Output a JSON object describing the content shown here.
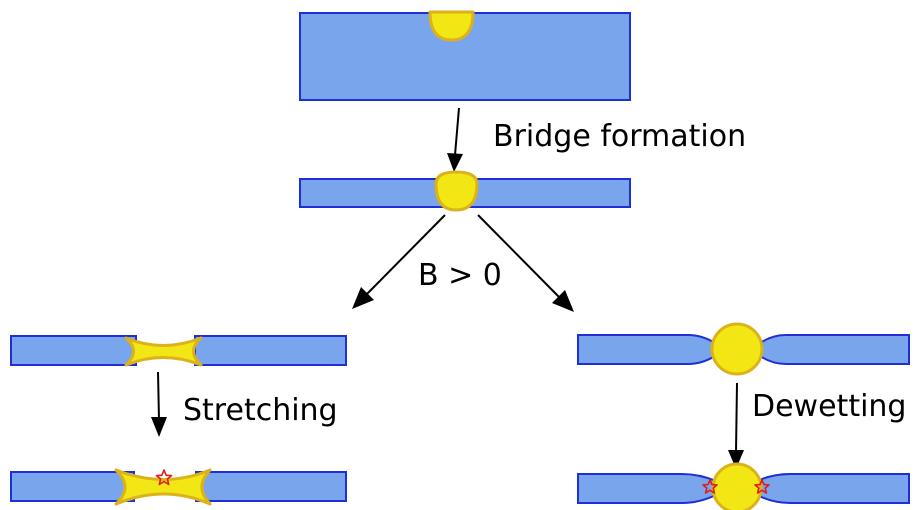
{
  "labels": {
    "bridge_formation": "Bridge formation",
    "condition": "B > 0",
    "stretching": "Stretching",
    "dewetting": "Dewetting"
  },
  "colors": {
    "film_fill": "#78a5ec",
    "film_edge": "#1f2fd6",
    "droplet_fill": "#f2e614",
    "droplet_edge": "#dcb21a",
    "rupture_star": "#e21b1b",
    "arrow": "#000000"
  }
}
